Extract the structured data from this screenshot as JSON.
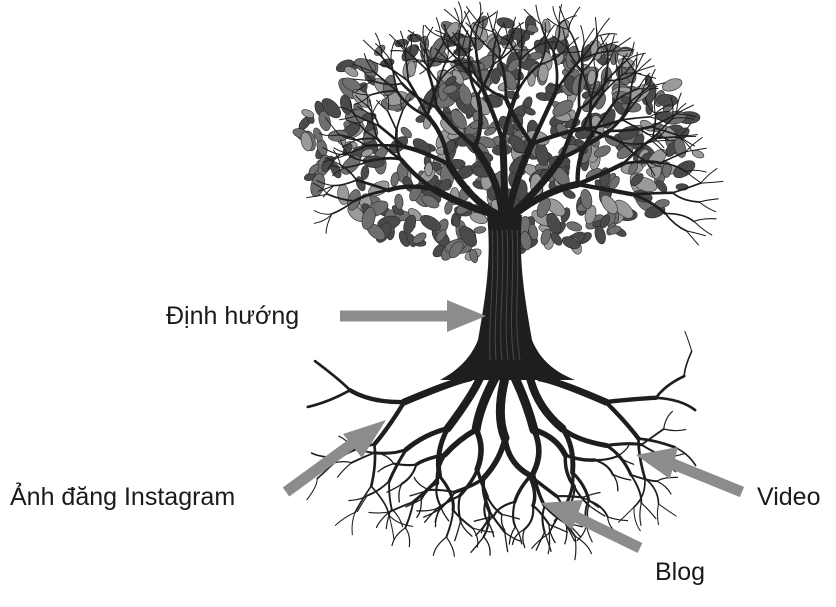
{
  "labels": {
    "trunk": "Định hướng",
    "root_left": "Ảnh đăng Instagram",
    "root_right": "Video",
    "root_bottom": "Blog"
  },
  "colors": {
    "trunk": "#1e1e1e",
    "leaf_dark": "#4a4a4a",
    "leaf_mid": "#6f6f6f",
    "leaf_light": "#9a9a9a",
    "arrow": "#8c8c8c",
    "text": "#1a1a1a"
  }
}
